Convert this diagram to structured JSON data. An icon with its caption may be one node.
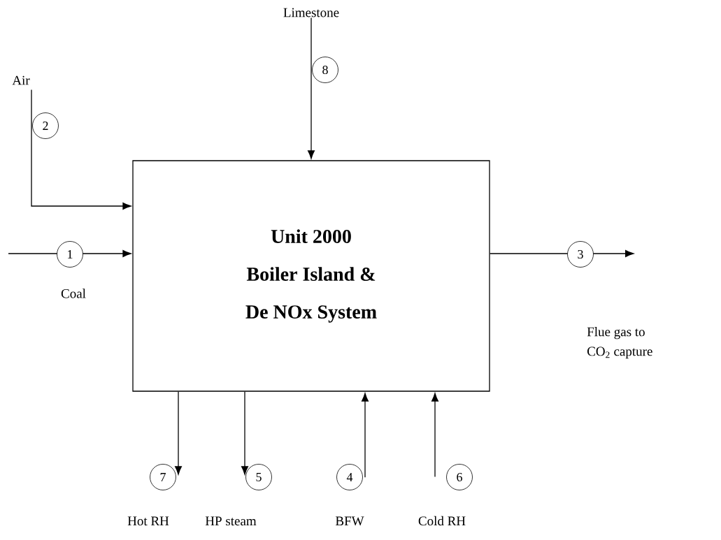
{
  "diagram": {
    "nodes": [
      {
        "text": [
          "Unit 2000",
          "Boiler Island & De NOx System"
        ]
      },
      {
        "text": [
          "Limestone"
        ]
      },
      {
        "text": [
          "Air"
        ]
      },
      {
        "text": [
          "Hot RH"
        ]
      },
      {
        "text": [
          "HP steam"
        ]
      },
      {
        "text": [
          "BFW"
        ]
      },
      {
        "text": [
          "Cold RH"
        ]
      }
    ],
    "edges": [
      {
        "from": null,
        "to": 0,
        "arrow": "to",
        "label": "1"
      },
      {
        "from": 2,
        "to": 0,
        "arrow": "to",
        "label": "2"
      },
      {
        "from": 0,
        "to": null,
        "arrow": "to",
        "label": "3"
      },
      {
        "from": 5,
        "to": 0,
        "arrow": "to",
        "label": "4"
      },
      {
        "from": 0,
        "to": 4,
        "arrow": "to",
        "label": "5"
      },
      {
        "from": 6,
        "to": 0,
        "arrow": "to",
        "label": "6"
      },
      {
        "from": 0,
        "to": 3,
        "arrow": "to",
        "label": "7"
      },
      {
        "from": 1,
        "to": 0,
        "arrow": "to",
        "label": "8"
      }
    ],
    "labels": [
      "Coal",
      "Flue gas to CO$_{2}$ capture"
    ]
  }
}
